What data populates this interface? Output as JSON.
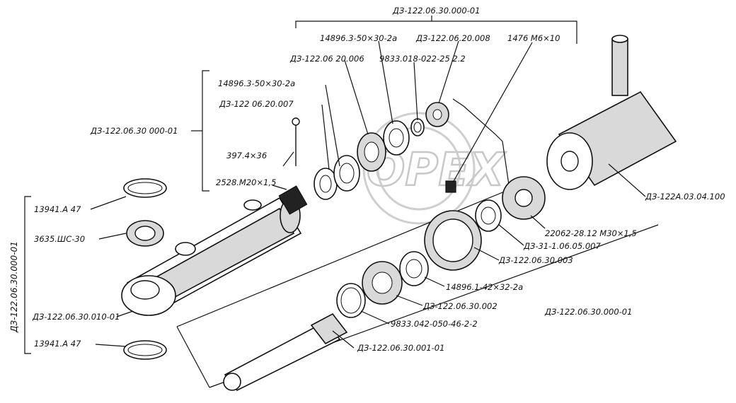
{
  "watermark": "OPEX",
  "labels": {
    "assy_top": "ДЗ-122.06.30.000-01",
    "l_14896_top": "14896.3-50×30-2а",
    "l_20008": "ДЗ-122.06.20.008",
    "l_1476": "1476 М6×10",
    "l_20006": "ДЗ-122.06 20.006",
    "l_9833_top": "9833.018-022-25 2.2",
    "l_14896_left": "14896.3-50×30-2а",
    "l_20007": "ДЗ-122 06.20.007",
    "assy_left_mid": "ДЗ-122.06.30 000-01",
    "l_397": "397.4×36",
    "l_2528": "2528.М20×1,5",
    "l_13941_top": "13941.А 47",
    "l_3635": "3635.ШС-30",
    "assy_vertical": "ДЗ-122.06.30.000-01",
    "l_30010": "ДЗ-122.06.30.010-01",
    "l_13941_bot": "13941.А 47",
    "l_22062": "22062-28.12 М30×1,5",
    "l_05007": "ДЗ-31-1.06.05.007",
    "l_30003": "ДЗ-122.06.30.003",
    "l_14896_bot": "14896.1-42×32-2а",
    "l_30002": "ДЗ-122.06.30.002",
    "assy_right_bot": "ДЗ-122.06.30.000-01",
    "l_9833_bot": "9833.042-050-46-2-2",
    "l_30001": "ДЗ-122.06.30.001-01",
    "l_04100": "ДЗ-122А.03.04.100"
  }
}
